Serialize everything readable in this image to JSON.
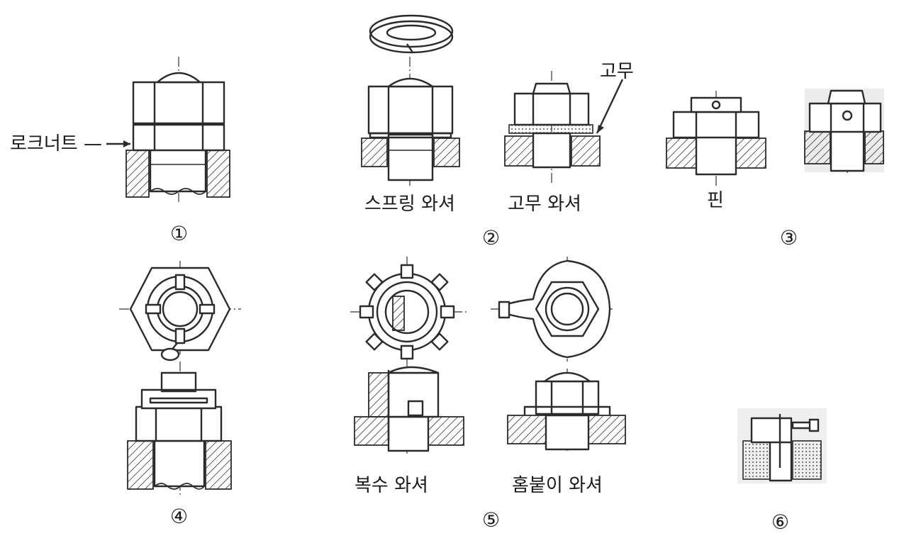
{
  "labels": {
    "lock_nut": "로크너트 —",
    "spring_washer": "스프링 와셔",
    "rubber": "고무",
    "rubber_washer": "고무 와셔",
    "pin": "핀",
    "multi_washer": "복수 와셔",
    "groove_washer": "홈붙이 와셔"
  },
  "numbers": {
    "n1": "①",
    "n2": "②",
    "n3": "③",
    "n4": "④",
    "n5": "⑤",
    "n6": "⑥"
  }
}
